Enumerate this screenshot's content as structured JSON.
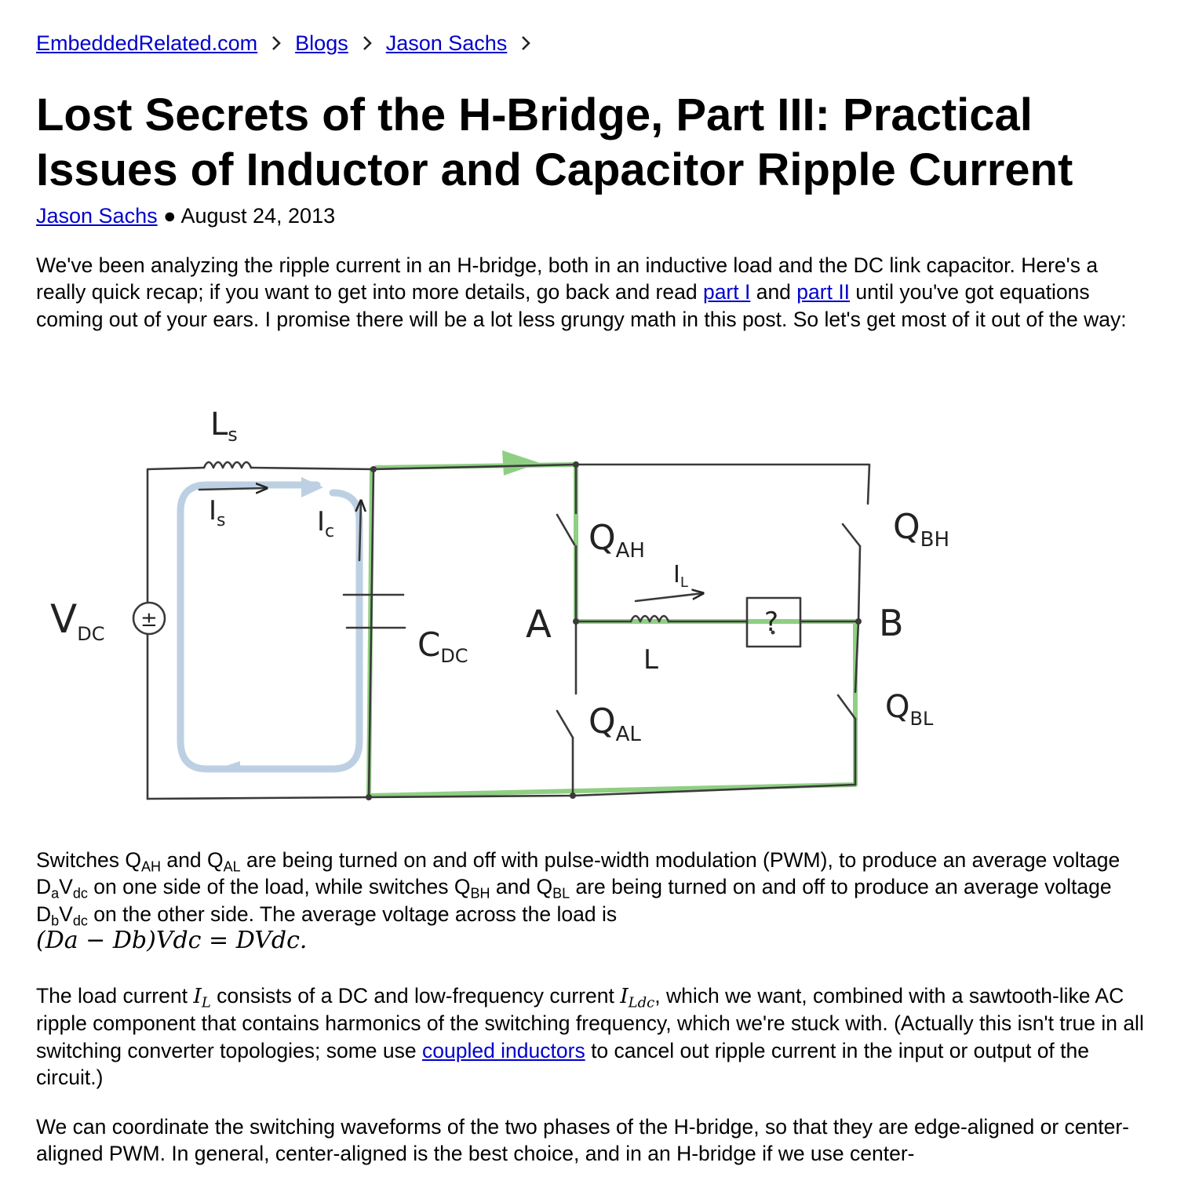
{
  "breadcrumb": {
    "items": [
      "EmbeddedRelated.com",
      "Blogs",
      "Jason Sachs"
    ],
    "separator_icon": "chevron-right-icon"
  },
  "article": {
    "title": "Lost Secrets of the H-Bridge, Part III: Practical Issues of Inductor and Capacitor Ripple Current",
    "author": "Jason Sachs",
    "bullet": "●",
    "date": "August 24, 2013",
    "p1": {
      "t1": "We've been analyzing the ripple current in an H-bridge, both in an inductive load and the DC link capacitor. Here's a really quick recap; if you want to get into more details, go back and read ",
      "link1": "part I",
      "t2": " and ",
      "link2": "part II",
      "t3": " until you've got equations coming out of your ears. I promise there will be a lot less grungy math in this post. So let's get most of it out of the way:"
    },
    "figure": {
      "labels": {
        "ls": "L",
        "ls_sub": "s",
        "is": "I",
        "is_sub": "s",
        "ic": "I",
        "ic_sub": "c",
        "vdc": "V",
        "vdc_sub": "DC",
        "plusminus": "±",
        "cdc": "C",
        "cdc_sub": "DC",
        "a": "A",
        "b": "B",
        "qah": "Q",
        "qah_sub": "AH",
        "qal": "Q",
        "qal_sub": "AL",
        "qbh": "Q",
        "qbh_sub": "BH",
        "qbl": "Q",
        "qbl_sub": "BL",
        "il": "I",
        "il_sub": "L",
        "l": "L",
        "load": "?"
      },
      "colors": {
        "wire": "#3a3a3a",
        "load_path": "#8fcf83",
        "cap_loop": "#bdd0e3"
      }
    },
    "p2": {
      "a": "Switches Q",
      "a_sub": "AH",
      "b": " and Q",
      "b_sub": "AL",
      "c": " are being turned on and off with pulse-width modulation (PWM), to produce an average voltage D",
      "c_sub": "a",
      "d": "V",
      "d_sub": "dc",
      "e": " on one side of the load, while switches Q",
      "e_sub": "BH",
      "f": " and Q",
      "f_sub": "BL",
      "g": " are being turned on and off to produce an average voltage D",
      "g_sub": "b",
      "h": "V",
      "h_sub": "dc",
      "i": " on the other side. The average voltage across the load is",
      "eq": "(Da − Db)Vdc = DVdc."
    },
    "p3": {
      "a": "The load current ",
      "m1": "I",
      "m1_sub": "L",
      "b": " consists of a DC and low-frequency current ",
      "m2": "I",
      "m2_sub": "Ldc",
      "c": ", which we want, combined with a sawtooth-like AC ripple component that contains harmonics of the switching frequency, which we're stuck with. (Actually this isn't true in all switching converter topologies; some use ",
      "link": "coupled inductors",
      "d": " to cancel out ripple current in the input or output of the circuit.)"
    },
    "p4": {
      "text": "We can coordinate the switching waveforms of the two phases of the H-bridge, so that they are edge-aligned or center-aligned PWM. In general, center-aligned is the best choice, and in an H-bridge if we use center-"
    }
  }
}
